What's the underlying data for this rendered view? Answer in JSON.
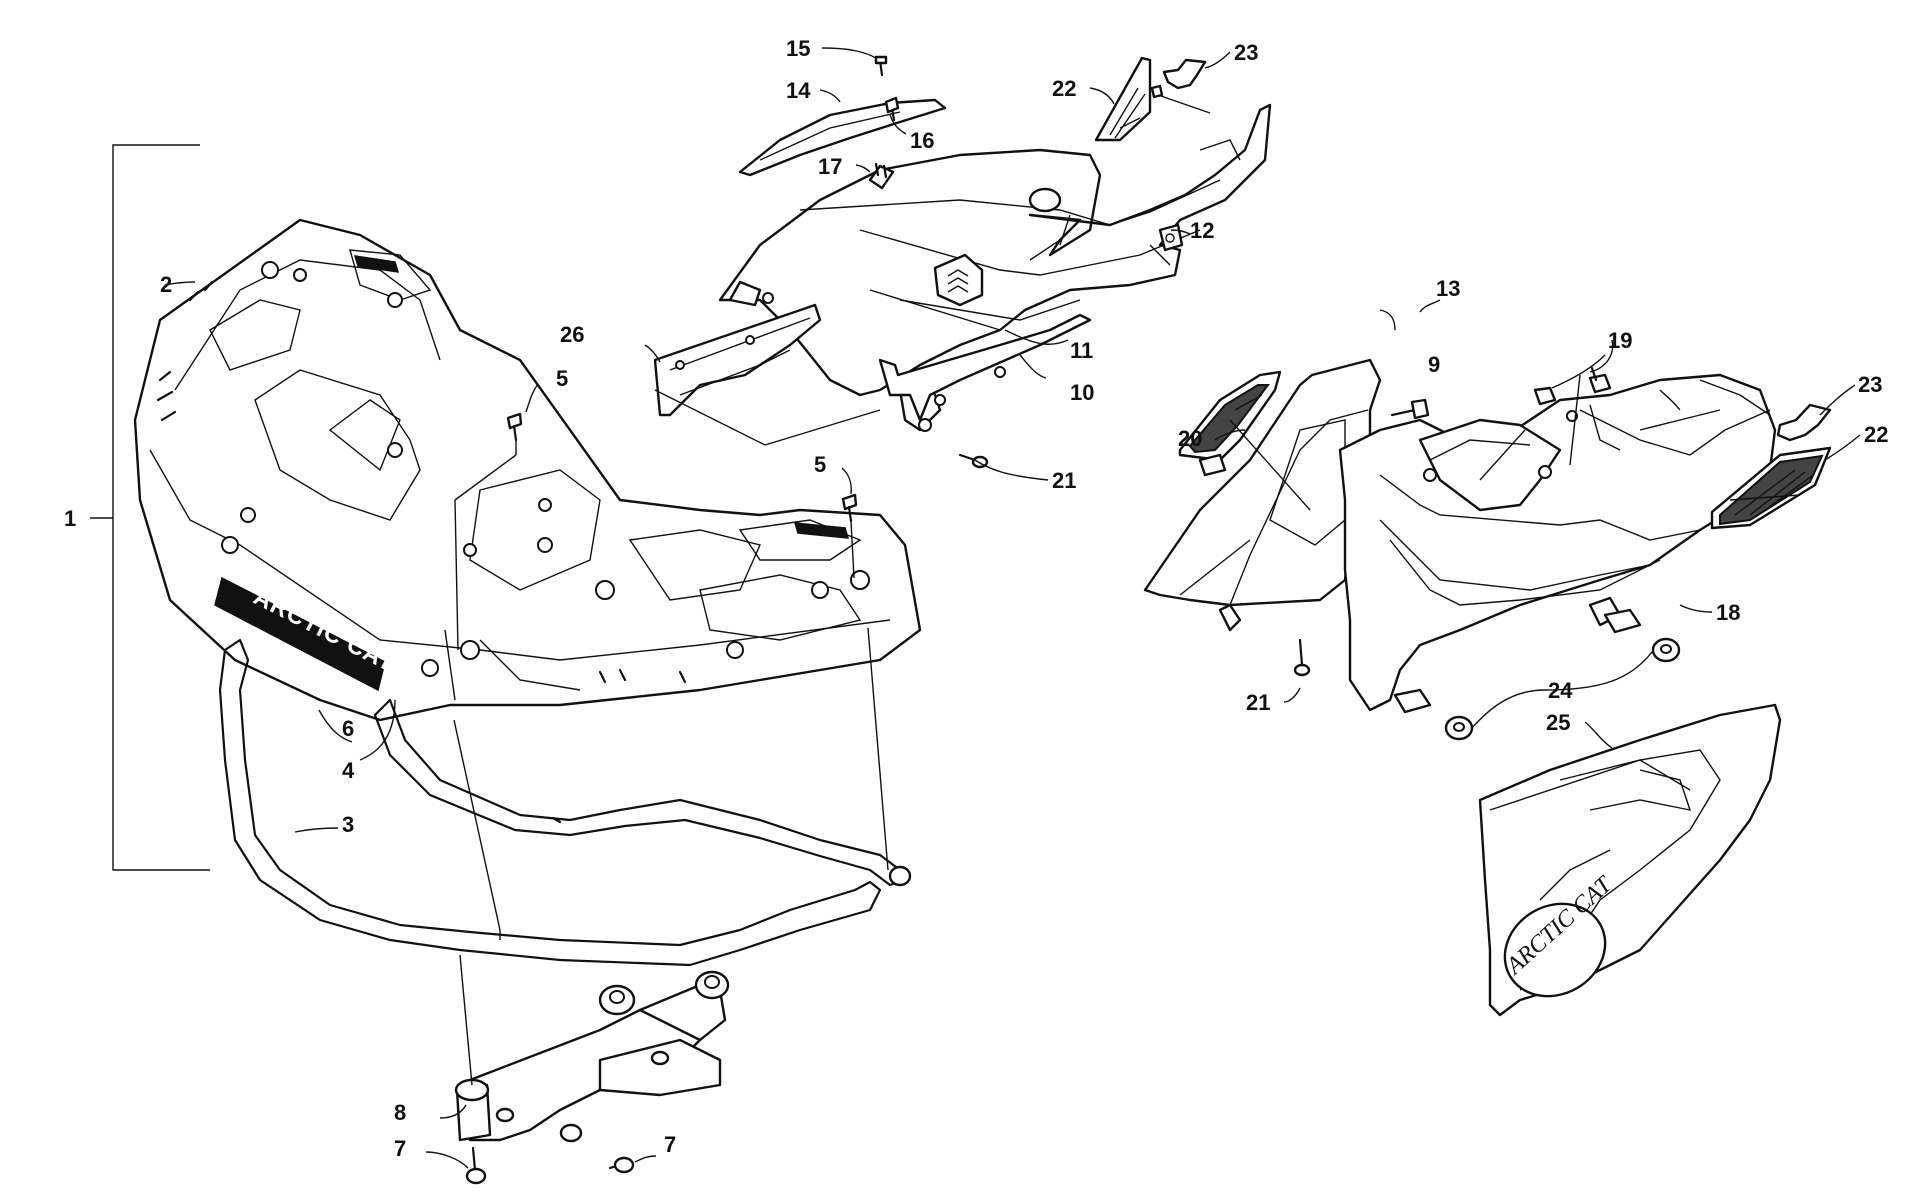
{
  "diagram": {
    "callouts": [
      "1",
      "2",
      "3",
      "4",
      "5",
      "5",
      "6",
      "7",
      "7",
      "8",
      "9",
      "10",
      "11",
      "12",
      "13",
      "14",
      "15",
      "16",
      "17",
      "18",
      "19",
      "20",
      "21",
      "21",
      "22",
      "22",
      "23",
      "23",
      "24",
      "25",
      "26"
    ],
    "decals": {
      "rack_logo": "ARCTIC CAT",
      "panel_logo": "ARCTIC CAT"
    }
  }
}
